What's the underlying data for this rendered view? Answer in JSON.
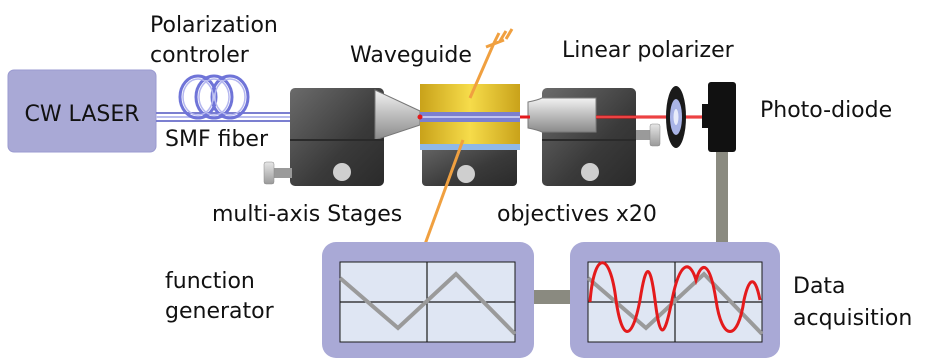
{
  "labels": {
    "laser": "CW LASER",
    "polarization_line1": "Polarization",
    "polarization_line2": "controler",
    "smf_fiber": "SMF fiber",
    "waveguide": "Waveguide",
    "linear_polarizer": "Linear polarizer",
    "photodiode": "Photo-diode",
    "stages": "multi-axis Stages",
    "objectives": "objectives x20",
    "function_generator_line1": "function",
    "function_generator_line2": "generator",
    "data_acquisition_line1": "Data",
    "data_acquisition_line2": "acquisition"
  },
  "colors": {
    "laser_box": "#a9a9d6",
    "fiber": "#7b7fd0",
    "beam": "#e41a1c",
    "stage_dark": "#4a4a4a",
    "waveguide_gold": "#e8c62a",
    "cable": "#f0a040",
    "screen_frame": "#a9a9d6",
    "screen_bg": "#dfe6f3",
    "trace_gray": "#9a9a9a",
    "trace_red": "#e41a1c",
    "link_gray": "#8a8a80"
  }
}
